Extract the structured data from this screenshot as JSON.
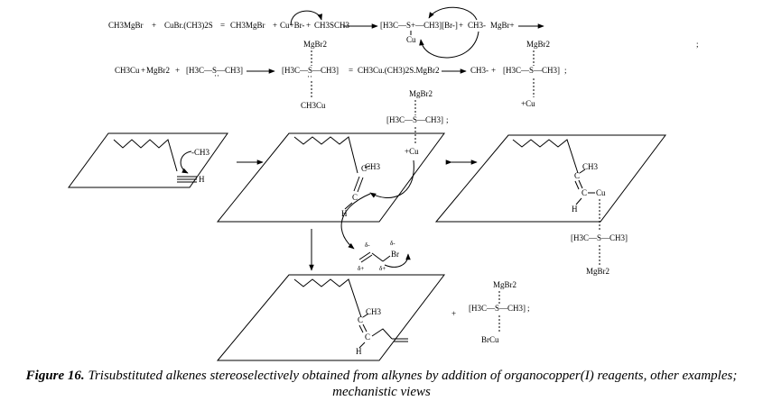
{
  "scheme": {
    "row1": {
      "r1": "CH3MgBr",
      "plus1": "+",
      "r2": "CuBr.(CH3)2S",
      "eq": "=",
      "p1": "CH3MgBr",
      "plus2": "+",
      "p2": "Cu+Br-",
      "plus3": "+",
      "p3": "CH3SCH3",
      "complex": "[H3C—S+—CH3][Br-]",
      "complex_cu": "Cu",
      "plus4": "+",
      "methyl": "CH3-",
      "mgbr": "MgBr+",
      "semicolon": ";"
    },
    "row2": {
      "r1": "CH3Cu",
      "plus1": "+",
      "r2": "MgBr2",
      "plus2": "+",
      "r3": "[H3C—S—CH3]",
      "complex_top": "MgBr2",
      "complex_mid": "[H3C—S—CH3]",
      "complex_bot": "CH3Cu",
      "eq": "=",
      "product": "CH3Cu.(CH3)2S.MgBr2",
      "methyl": "CH3-",
      "plus3": "+",
      "c2_top": "MgBr2",
      "c2_mid": "[H3C—S—CH3]",
      "c2_end": ";",
      "c2_bot": "+Cu"
    },
    "center_complex": {
      "top": "MgBr2",
      "mid": "[H3C—S—CH3]",
      "end": ";",
      "bot": "+Cu"
    },
    "plane1": {
      "methyl": "-CH3",
      "h": "H"
    },
    "plane2": {
      "ch3": "CH3",
      "c1": "C",
      "c2": "C",
      "h": "H"
    },
    "plane3": {
      "ch3": "CH3",
      "c1": "C",
      "c2": "C",
      "cu": "Cu",
      "h": "H",
      "complex_mid": "[H3C—S—CH3]",
      "complex_bot": "MgBr2"
    },
    "allyl": {
      "d1": "δ-",
      "d2": "δ-",
      "br": "Br",
      "d3": "δ+",
      "d4": "δ+"
    },
    "plane4": {
      "ch3": "CH3",
      "c1": "C",
      "c2": "C",
      "h": "H"
    },
    "byproduct": {
      "plus": "+",
      "top": "MgBr2",
      "mid": "[H3C—S—CH3]",
      "end": ";",
      "bot": "BrCu"
    },
    "stray_semicolon": ";"
  },
  "caption": {
    "label": "Figure 16.",
    "text": " Trisubstituted alkenes stereoselectively obtained from alkynes by addition of organocopper(I) reagents, other examples; mechanistic views"
  }
}
